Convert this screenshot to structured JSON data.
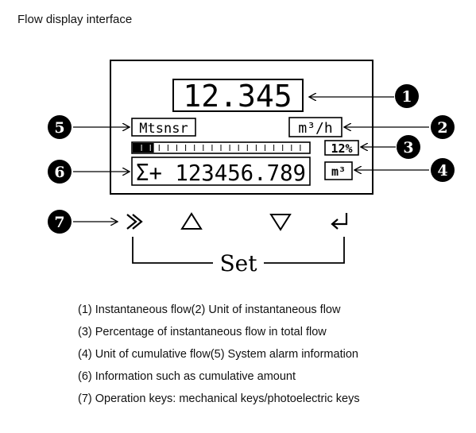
{
  "title": "Flow display interface",
  "display": {
    "instant_value": "12.345",
    "alarm_text": "Mtsnsr",
    "instant_unit": "m³/h",
    "percent": "12%",
    "percent_fraction": 0.12,
    "cumulative": "Σ+ 123456.789",
    "cumulative_unit": "m³"
  },
  "callouts": [
    "1",
    "2",
    "3",
    "4",
    "5",
    "6",
    "7"
  ],
  "keys": {
    "set_label": "Set",
    "icons": [
      "double-chevron-right-icon",
      "up-triangle-icon",
      "down-triangle-icon",
      "enter-return-icon"
    ]
  },
  "legend": [
    "(1) Instantaneous flow(2) Unit of instantaneous flow",
    "(3) Percentage of instantaneous flow in total flow",
    "(4) Unit of cumulative flow(5) System alarm information",
    "(6) Information such as cumulative amount",
    "(7) Operation keys: mechanical keys/photoelectric keys"
  ],
  "colors": {
    "ink": "#000000",
    "background": "#ffffff"
  }
}
